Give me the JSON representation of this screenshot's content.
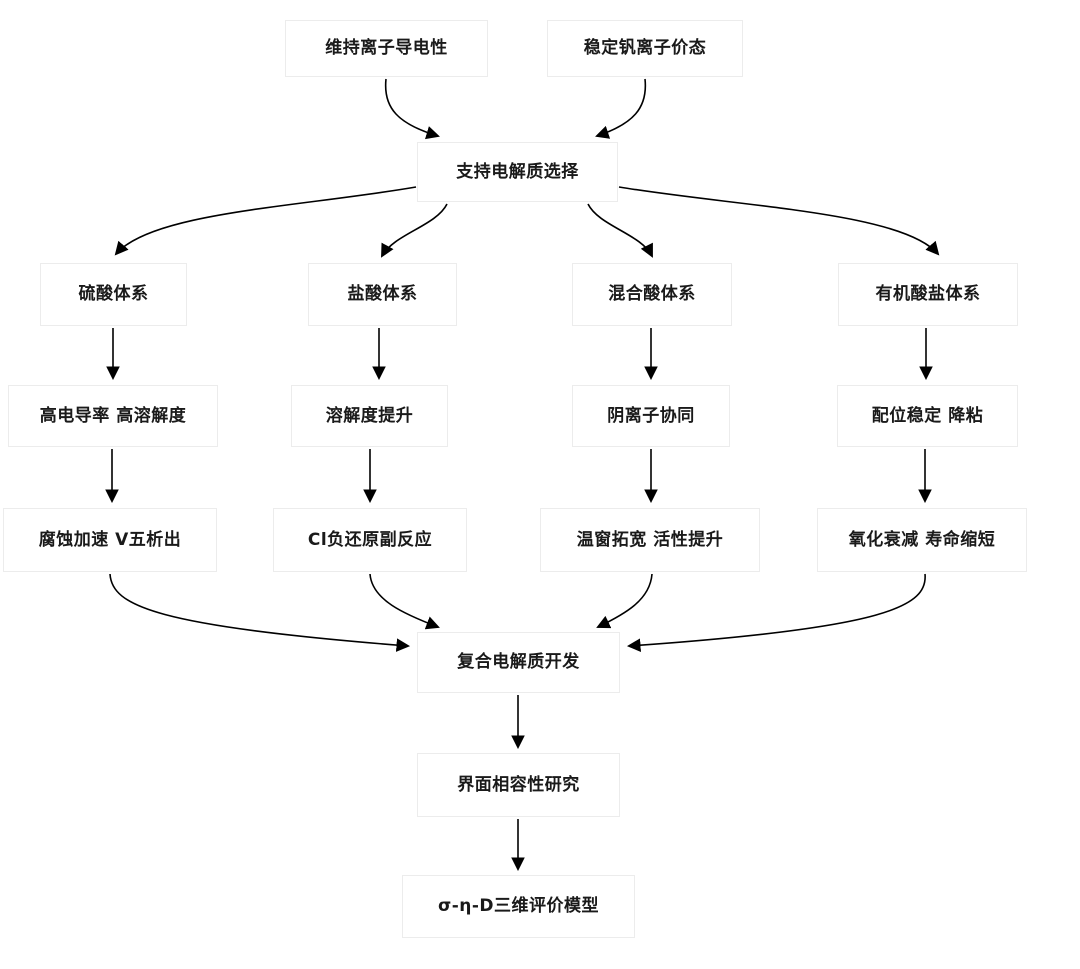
{
  "diagram": {
    "type": "flowchart",
    "colors": {
      "background": "#ffffff",
      "node_fill": "#ffffff",
      "node_border": "#ececec",
      "node_text": "#1a1a1a",
      "arrow": "#000000"
    },
    "nodes": {
      "maintain_ionic_conductivity": "维持离子导电性",
      "stabilize_vanadium_valence": "稳定钒离子价态",
      "supporting_electrolyte_selection": "支持电解质选择",
      "sulfuric_acid_system": "硫酸体系",
      "hydrochloric_acid_system": "盐酸体系",
      "mixed_acid_system": "混合酸体系",
      "organic_acid_salt_system": "有机酸盐体系",
      "high_conductivity_high_solubility": "高电导率 高溶解度",
      "solubility_improvement": "溶解度提升",
      "anion_synergy": "阴离子协同",
      "coordination_stable_viscosity_reduction": "配位稳定 降粘",
      "corrosion_acceleration_v5_precipitation": "腐蚀加速 V五析出",
      "cl_reduction_side_reaction": "Cl负还原副反应",
      "temp_window_widening_activity_improvement": "温窗拓宽 活性提升",
      "oxidation_decay_lifetime_shortening": "氧化衰减 寿命缩短",
      "composite_electrolyte_development": "复合电解质开发",
      "interface_compatibility_research": "界面相容性研究",
      "sigma_eta_d_model": "σ-η-D三维评价模型"
    },
    "edges": [
      {
        "from": "maintain_ionic_conductivity",
        "to": "supporting_electrolyte_selection"
      },
      {
        "from": "stabilize_vanadium_valence",
        "to": "supporting_electrolyte_selection"
      },
      {
        "from": "supporting_electrolyte_selection",
        "to": "sulfuric_acid_system"
      },
      {
        "from": "supporting_electrolyte_selection",
        "to": "hydrochloric_acid_system"
      },
      {
        "from": "supporting_electrolyte_selection",
        "to": "mixed_acid_system"
      },
      {
        "from": "supporting_electrolyte_selection",
        "to": "organic_acid_salt_system"
      },
      {
        "from": "sulfuric_acid_system",
        "to": "high_conductivity_high_solubility"
      },
      {
        "from": "hydrochloric_acid_system",
        "to": "solubility_improvement"
      },
      {
        "from": "mixed_acid_system",
        "to": "anion_synergy"
      },
      {
        "from": "organic_acid_salt_system",
        "to": "coordination_stable_viscosity_reduction"
      },
      {
        "from": "high_conductivity_high_solubility",
        "to": "corrosion_acceleration_v5_precipitation"
      },
      {
        "from": "solubility_improvement",
        "to": "cl_reduction_side_reaction"
      },
      {
        "from": "anion_synergy",
        "to": "temp_window_widening_activity_improvement"
      },
      {
        "from": "coordination_stable_viscosity_reduction",
        "to": "oxidation_decay_lifetime_shortening"
      },
      {
        "from": "corrosion_acceleration_v5_precipitation",
        "to": "composite_electrolyte_development"
      },
      {
        "from": "cl_reduction_side_reaction",
        "to": "composite_electrolyte_development"
      },
      {
        "from": "temp_window_widening_activity_improvement",
        "to": "composite_electrolyte_development"
      },
      {
        "from": "oxidation_decay_lifetime_shortening",
        "to": "composite_electrolyte_development"
      },
      {
        "from": "composite_electrolyte_development",
        "to": "interface_compatibility_research"
      },
      {
        "from": "interface_compatibility_research",
        "to": "sigma_eta_d_model"
      }
    ]
  }
}
